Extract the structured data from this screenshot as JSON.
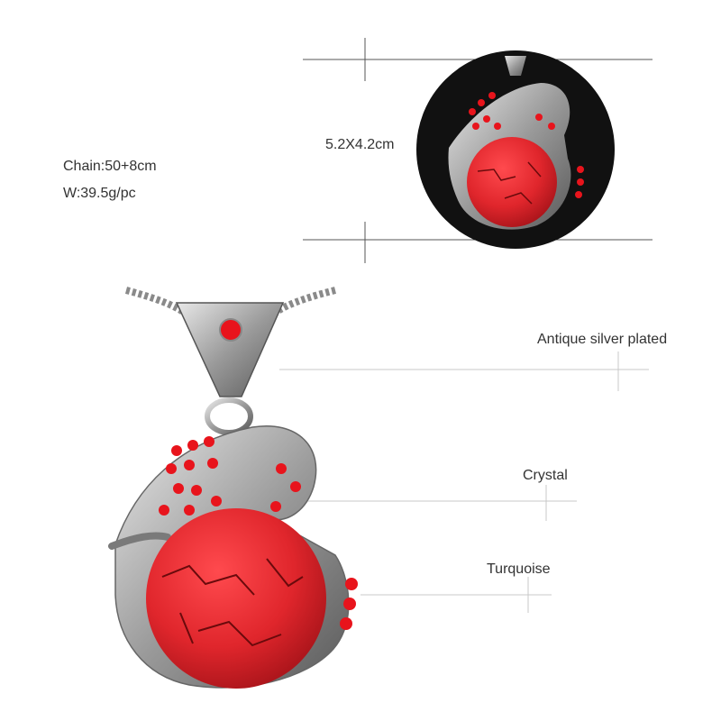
{
  "specs": {
    "chain": "Chain:50+8cm",
    "weight": "W:39.5g/pc"
  },
  "dimension": {
    "size": "5.2X4.2cm"
  },
  "callouts": {
    "antique": "Antique silver plated",
    "crystal": "Crystal",
    "turquoise": "Turquoise"
  },
  "colors": {
    "stone": "#e0262c",
    "silver": "#a8a8a8",
    "detail_circle": "#111111",
    "leader_line": "#c8c8c8"
  }
}
